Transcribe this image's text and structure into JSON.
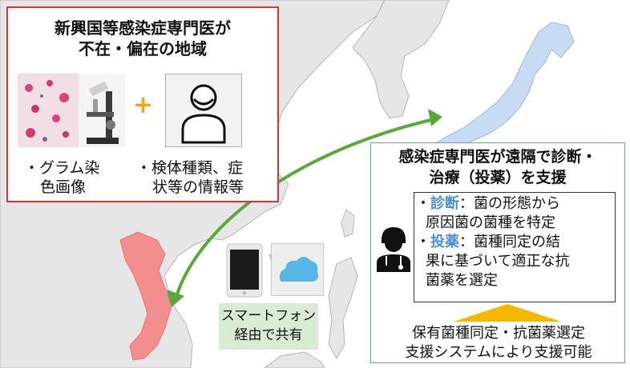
{
  "left_panel": {
    "title_line1": "新興国等感染症専門医が",
    "title_line2": "不在・偏在の地域",
    "plus_glyph": "+",
    "caption_a_line1": "・グラム染",
    "caption_a_line2": "色画像",
    "caption_b_line1": "・検体種類、症",
    "caption_b_line2": "状等の情報等"
  },
  "right_panel": {
    "title_line1": "感染症専門医が遠隔で診断・",
    "title_line2": "治療（投薬）を支援",
    "diag_keyword": "診断",
    "diag_text_a": "：菌の形態から",
    "diag_text_b": "原因菌の菌種を特定",
    "treat_keyword": "投薬",
    "treat_text_a": "：菌種同定の結",
    "treat_text_b": "果に基づいて適正な抗",
    "treat_text_c": "菌薬を選定",
    "bullet": "・",
    "system_line1": "保有菌種同定・抗菌薬選定",
    "system_line2": "支援システムにより支援可能"
  },
  "share": {
    "line1": "スマートフォン",
    "line2": "経由で共有"
  },
  "colors": {
    "vietnam": "#f28e8e",
    "japan": "#c8dbf4",
    "land": "#e6e6e6",
    "arrow_green": "#5aa83c",
    "up_arrow": "#f5b800",
    "keyword_blue": "#4b8fd6"
  }
}
